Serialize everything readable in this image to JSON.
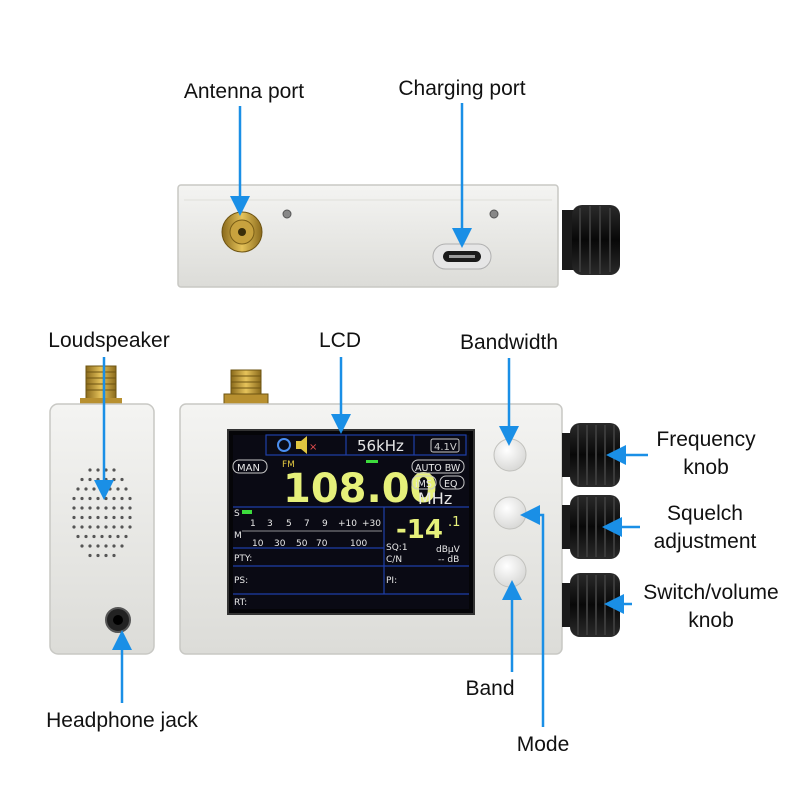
{
  "labels": {
    "antenna_port": "Antenna port",
    "charging_port": "Charging port",
    "loudspeaker": "Loudspeaker",
    "lcd": "LCD",
    "bandwidth": "Bandwidth",
    "frequency_knob_line1": "Frequency",
    "frequency_knob_line2": "knob",
    "squelch_line1": "Squelch",
    "squelch_line2": "adjustment",
    "switch_volume_line1": "Switch/volume",
    "switch_volume_line2": "knob",
    "headphone_jack": "Headphone jack",
    "band": "Band",
    "mode": "Mode"
  },
  "lcd": {
    "bandwidth_readout": "56kHz",
    "battery": "4.1V",
    "mode_badge": "MAN",
    "band_tag": "FM",
    "frequency": "108.00",
    "unit": "MHz",
    "auto_bw": "AUTO BW",
    "ims": "iMS",
    "eq": "EQ",
    "signal_value": "-14",
    "signal_decimal": ".1",
    "signal_unit": "dBµV",
    "sq_label": "SQ:1",
    "cn_label": "C/N",
    "db_label": "-- dB",
    "s_label": "S",
    "m_label": "M",
    "s_scale": [
      "1",
      "3",
      "5",
      "7",
      "9",
      "+10",
      "+30"
    ],
    "m_scale": [
      "10",
      "30",
      "50",
      "70",
      "100"
    ],
    "pty_label": "PTY:",
    "ps_label": "PS:",
    "pi_label": "PI:",
    "rt_label": "RT:"
  },
  "colors": {
    "arrow": "#1a8fe6",
    "lcd_bg": "#0a0a14",
    "lcd_frame": "#1f3fa8",
    "frequency": "#e6f07a",
    "lcd_text": "#e8e8e8"
  }
}
